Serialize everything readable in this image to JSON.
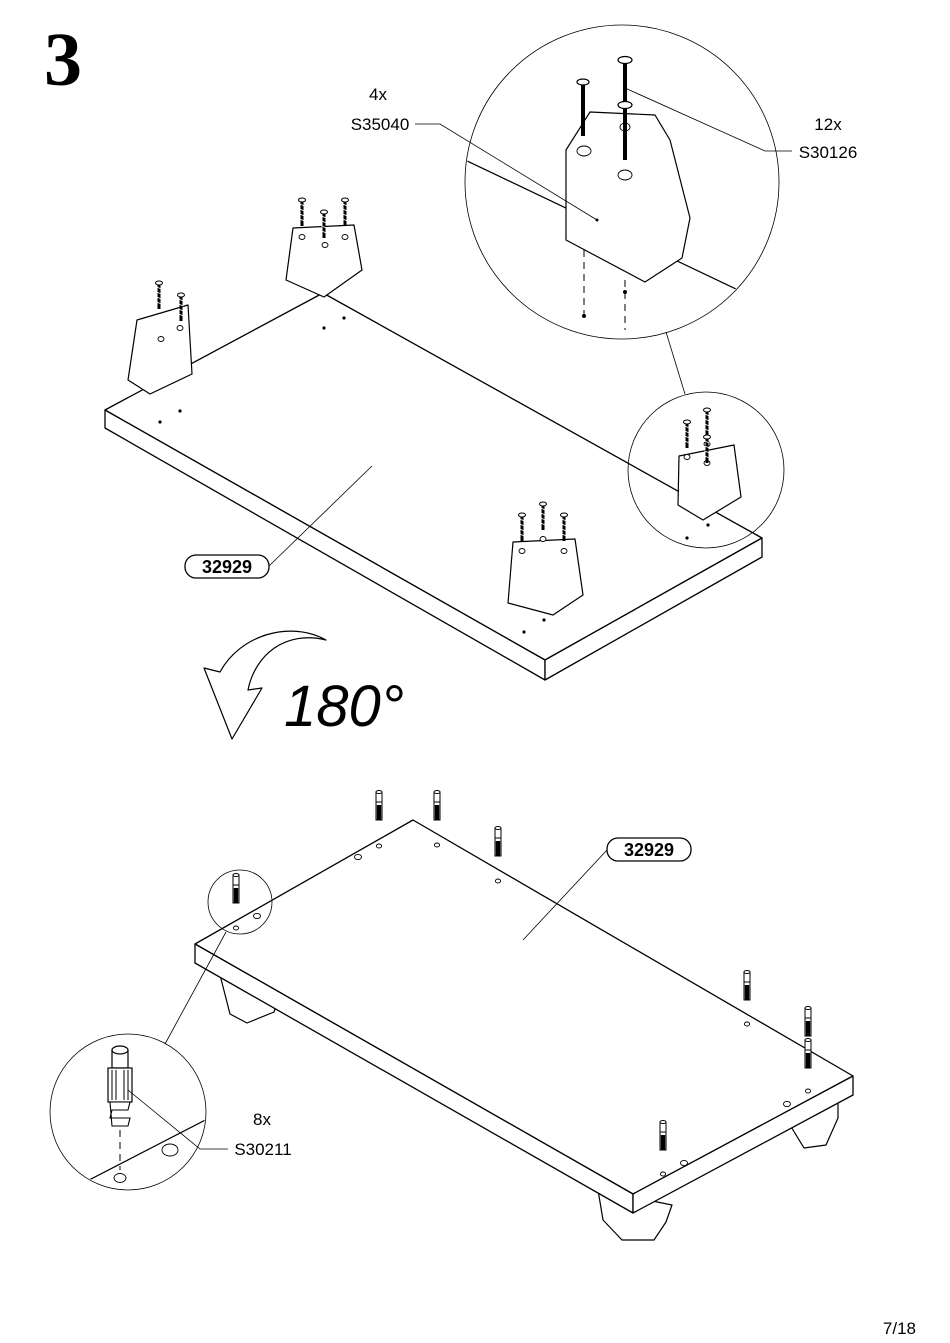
{
  "step_number": "3",
  "top": {
    "feet_count": "4x",
    "feet_part": "S35040",
    "screws_count": "12x",
    "screws_part": "S30126",
    "board_tag": "32929"
  },
  "rotation": {
    "label": "180°"
  },
  "bottom": {
    "board_tag": "32929",
    "dowels_count": "8x",
    "dowels_part": "S30211"
  },
  "page_number": "7/18"
}
